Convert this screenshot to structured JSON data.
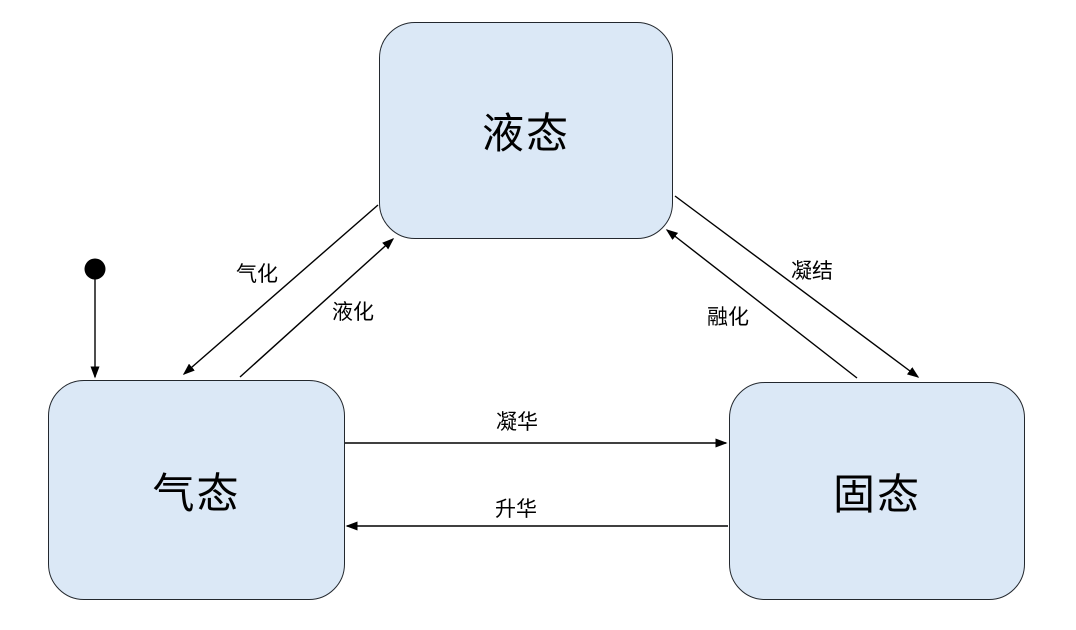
{
  "diagram": {
    "type": "state-diagram",
    "topic": "phase-transitions",
    "states": [
      {
        "id": "liquid",
        "label": "液态"
      },
      {
        "id": "gas",
        "label": "气态"
      },
      {
        "id": "solid",
        "label": "固态"
      }
    ],
    "initial_state": {
      "marker": "filled-dot",
      "target": "气态"
    },
    "transitions": [
      {
        "label": "气化",
        "from": "液态",
        "to": "气态"
      },
      {
        "label": "液化",
        "from": "气态",
        "to": "液态"
      },
      {
        "label": "凝结",
        "from": "液态",
        "to": "固态"
      },
      {
        "label": "融化",
        "from": "固态",
        "to": "液态"
      },
      {
        "label": "凝华",
        "from": "气态",
        "to": "固态"
      },
      {
        "label": "升华",
        "from": "固态",
        "to": "气态"
      }
    ],
    "colors": {
      "state_fill": "#dbe8f6",
      "state_border": "#23282e",
      "line": "#000000",
      "text": "#000000",
      "background": "#ffffff"
    }
  }
}
